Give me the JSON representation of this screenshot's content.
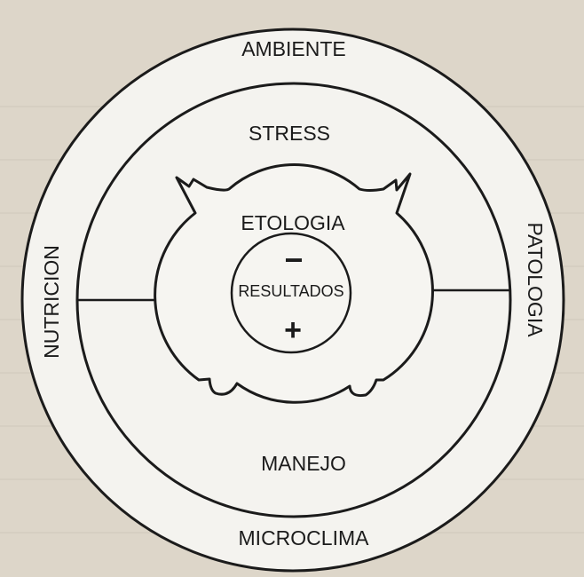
{
  "labels": {
    "outer_top": "AMBIENTE",
    "outer_bottom": "MICROCLIMA",
    "outer_left": "NUTRICION",
    "outer_right": "PATOLOGIA",
    "middle_top": "STRESS",
    "middle_bottom": "MANEJO",
    "inner_top": "ETOLOGIA",
    "center": "RESULTADOS",
    "sign_minus": "−",
    "sign_plus": "+"
  },
  "colors": {
    "ink": "#1b1b1b",
    "paper": "#ddd6c9",
    "disc": "#f4f3ef"
  }
}
